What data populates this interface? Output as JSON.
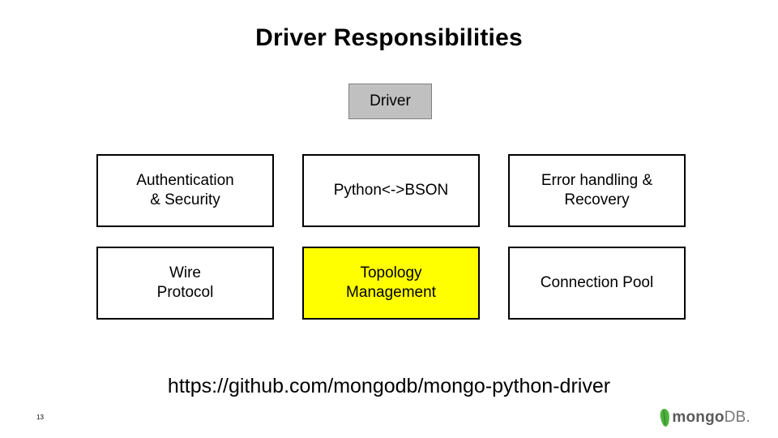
{
  "slide": {
    "title": "Driver Responsibilities",
    "driver_label": "Driver",
    "cells": [
      {
        "label": "Authentication\n& Security",
        "highlight": false
      },
      {
        "label": "Python<->BSON",
        "highlight": false
      },
      {
        "label": "Error handling &\nRecovery",
        "highlight": false
      },
      {
        "label": "Wire\nProtocol",
        "highlight": false
      },
      {
        "label": "Topology\nManagement",
        "highlight": true
      },
      {
        "label": "Connection Pool",
        "highlight": false
      }
    ],
    "link_text": "https://github.com/mongodb/mongo-python-driver",
    "page_number": "13",
    "logo": {
      "name": "mongodb-logo",
      "text_bold": "mongo",
      "text_light": "DB.",
      "leaf_color": "#4db33d"
    },
    "colors": {
      "highlight": "#ffff00",
      "driver_box": "#c0c0c0",
      "border": "#000000"
    }
  }
}
